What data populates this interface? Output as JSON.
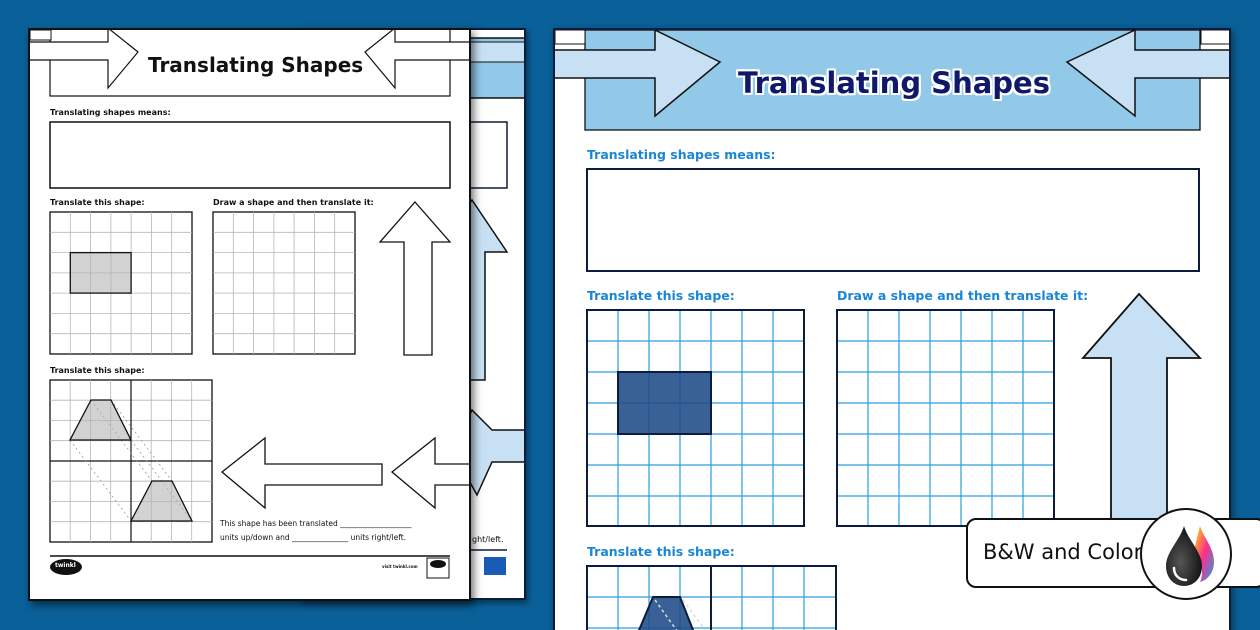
{
  "colors": {
    "background": "#0a6199",
    "color_grid_line": "#2a9fe0",
    "color_shape_fill": "#35659a",
    "color_header_fill": "#92c8e8",
    "color_arrow_fill": "#c8e0f4",
    "color_label": "#1a86d6",
    "color_title": "#10186a",
    "bw_shape_fill": "#d4d4d4",
    "bw_grid_line": "#b5b5b5"
  },
  "bw_page": {
    "title": "Translating Shapes",
    "definition_label": "Translating shapes means:",
    "section1_label": "Translate this shape:",
    "section2_label": "Draw a shape and then translate it:",
    "section3_label": "Translate this shape:",
    "sentence_line1": "This shape has been translated ___________________",
    "sentence_line2": "units up/down and _______________ units right/left.",
    "footer_logo": "twinkl",
    "footer_url": "visit twinkl.com"
  },
  "back_page": {
    "sentence_fragment": "ght/left."
  },
  "color_page": {
    "title": "Translating Shapes",
    "definition_label": "Translating shapes means:",
    "section1_label": "Translate this shape:",
    "section2_label": "Draw a shape and then translate it:",
    "section3_label": "Translate this shape:"
  },
  "badge": {
    "label": "B&W and Color",
    "icon": "ink-drops-icon"
  }
}
